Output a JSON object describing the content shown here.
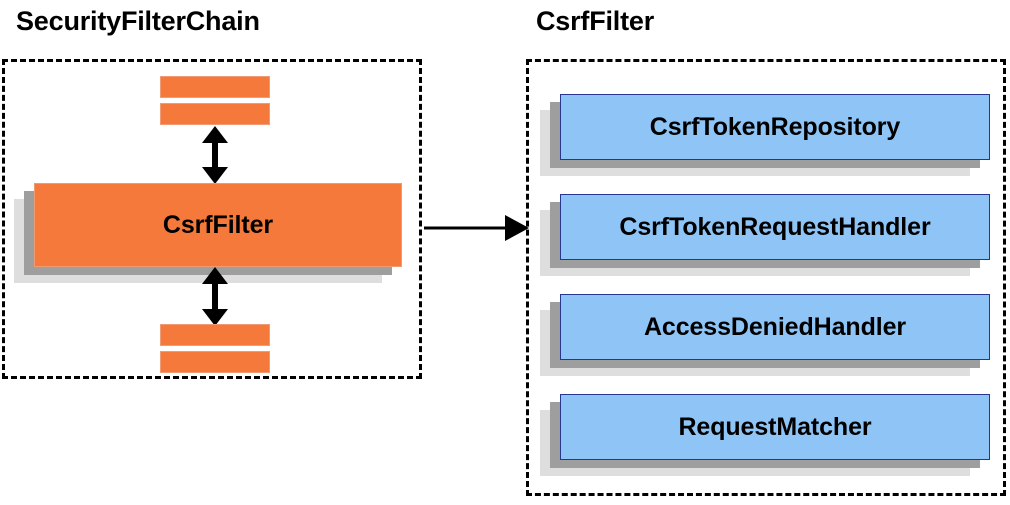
{
  "diagram": {
    "panels": [
      {
        "id": "security-filter-chain",
        "title": "SecurityFilterChain",
        "main_box_label": "CsrfFilter"
      },
      {
        "id": "csrf-filter",
        "title": "CsrfFilter",
        "collaborators": [
          {
            "label": "CsrfTokenRepository"
          },
          {
            "label": "CsrfTokenRequestHandler"
          },
          {
            "label": "AccessDeniedHandler"
          },
          {
            "label": "RequestMatcher"
          }
        ]
      }
    ],
    "colors": {
      "orange_fill": "#f4793b",
      "orange_border": "#f19b76",
      "blue_fill": "#8ec5f6",
      "blue_border": "#27368f",
      "shadow_dark": "#9e9e9e",
      "shadow_light": "#dedede",
      "outline": "#000000",
      "background": "#ffffff"
    }
  }
}
